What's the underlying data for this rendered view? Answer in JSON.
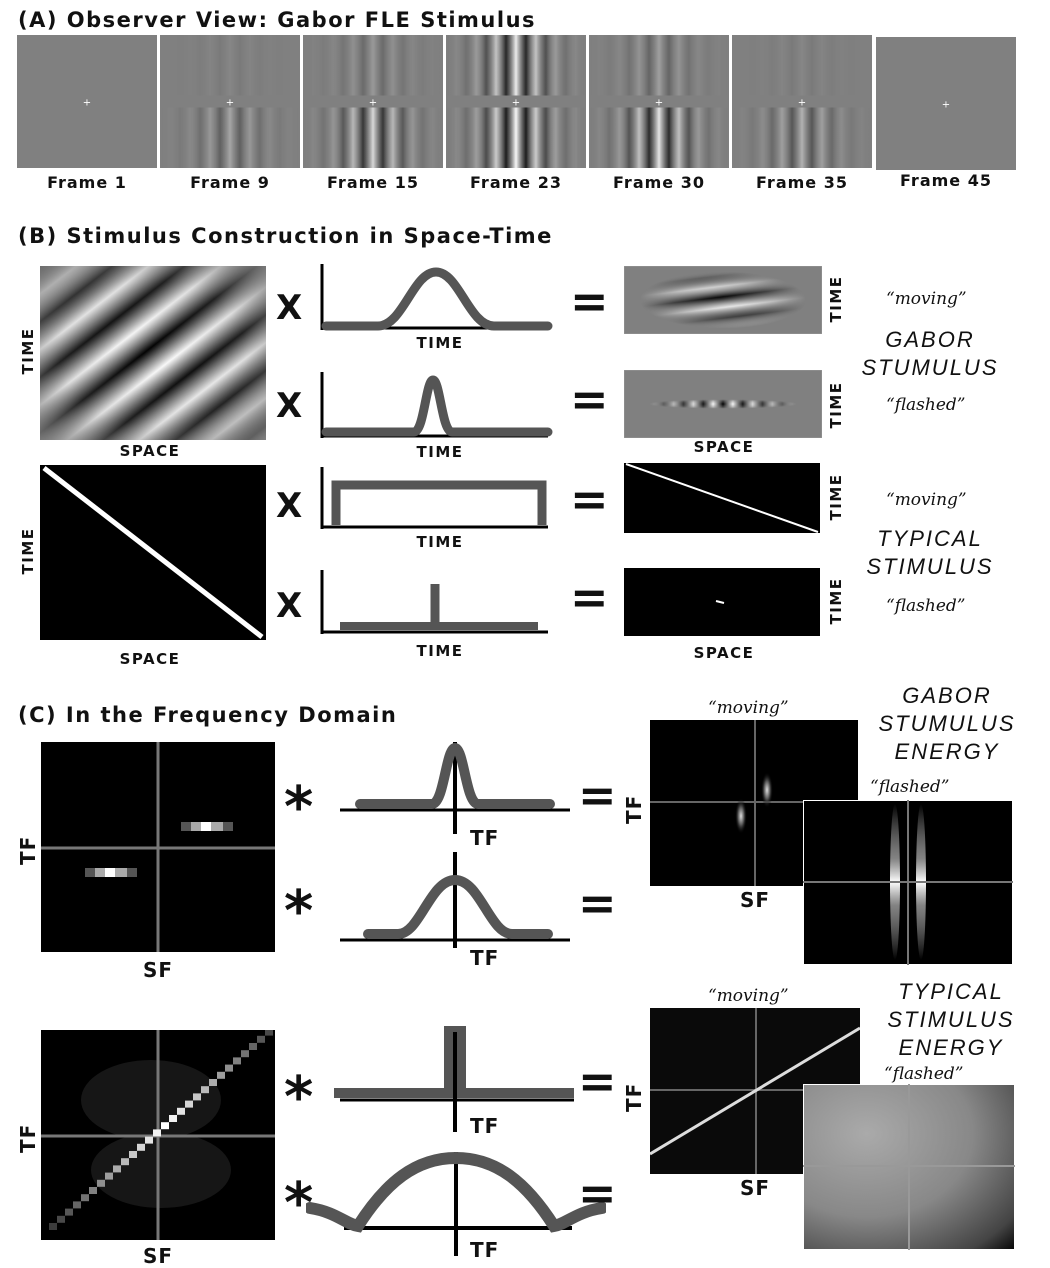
{
  "section_a": {
    "title": "(A) Observer View: Gabor FLE Stimulus",
    "frames": [
      {
        "label": "Frame 1",
        "top_contrast": 0,
        "bottom_contrast": 0
      },
      {
        "label": "Frame 9",
        "top_contrast": 0.05,
        "bottom_contrast": 0.3
      },
      {
        "label": "Frame 15",
        "top_contrast": 0.2,
        "bottom_contrast": 0.7
      },
      {
        "label": "Frame 23",
        "top_contrast": 0.85,
        "bottom_contrast": 0.95
      },
      {
        "label": "Frame 30",
        "top_contrast": 0.25,
        "bottom_contrast": 0.8
      },
      {
        "label": "Frame 35",
        "top_contrast": 0.05,
        "bottom_contrast": 0.4
      },
      {
        "label": "Frame 45",
        "top_contrast": 0,
        "bottom_contrast": 0
      }
    ]
  },
  "section_b": {
    "title": "(B) Stimulus Construction in Space-Time",
    "axis_time": "TIME",
    "axis_space": "SPACE",
    "times_symbol": "X",
    "equals_symbol": "=",
    "moving_label": "“moving”",
    "flashed_label": "“flashed”",
    "gabor_label_line1": "GABOR",
    "gabor_label_line2": "STUMULUS",
    "typical_label_line1": "TYPICAL",
    "typical_label_line2": "STIMULUS"
  },
  "section_c": {
    "title": "(C) In the Frequency Domain",
    "axis_tf": "TF",
    "axis_sf": "SF",
    "convolve_symbol": "*",
    "equals_symbol": "=",
    "moving_label": "“moving”",
    "flashed_label": "“flashed”",
    "gabor_energy_line1": "GABOR",
    "gabor_energy_line2": "STUMULUS",
    "gabor_energy_line3": "ENERGY",
    "typical_energy_line1": "TYPICAL",
    "typical_energy_line2": "STIMULUS",
    "typical_energy_line3": "ENERGY"
  },
  "colors": {
    "background": "#ffffff",
    "mid_gray": "#808080",
    "curve_gray": "#555555",
    "black": "#000000"
  }
}
